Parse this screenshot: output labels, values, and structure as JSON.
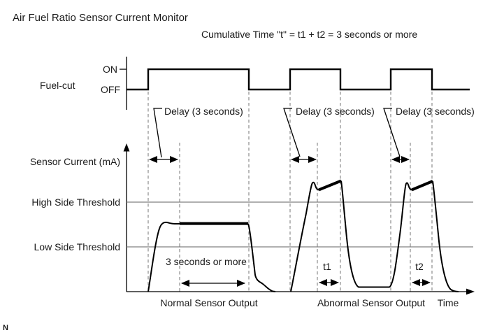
{
  "title": "Air Fuel Ratio Sensor Current Monitor",
  "subtitle": "Cumulative Time \"t\" = t1 + t2 = 3 seconds or more",
  "fuel_cut": {
    "label": "Fuel-cut",
    "on": "ON",
    "off": "OFF"
  },
  "delay_annotations": [
    "Delay (3 seconds)",
    "Delay (3 seconds)",
    "Delay (3 seconds)"
  ],
  "y_axis": {
    "label": "Sensor Current (mA)"
  },
  "x_axis": {
    "label": "Time"
  },
  "thresholds": {
    "high": "High Side Threshold",
    "low": "Low Side Threshold"
  },
  "measurements": {
    "duration": "3 seconds or more",
    "t1": "t1",
    "t2": "t2"
  },
  "outputs": {
    "normal": "Normal Sensor Output",
    "abnormal": "Abnormal Sensor Output"
  },
  "page_marker": "N",
  "colors": {
    "ink": "#000000",
    "guide": "#808080",
    "background": "#ffffff"
  }
}
